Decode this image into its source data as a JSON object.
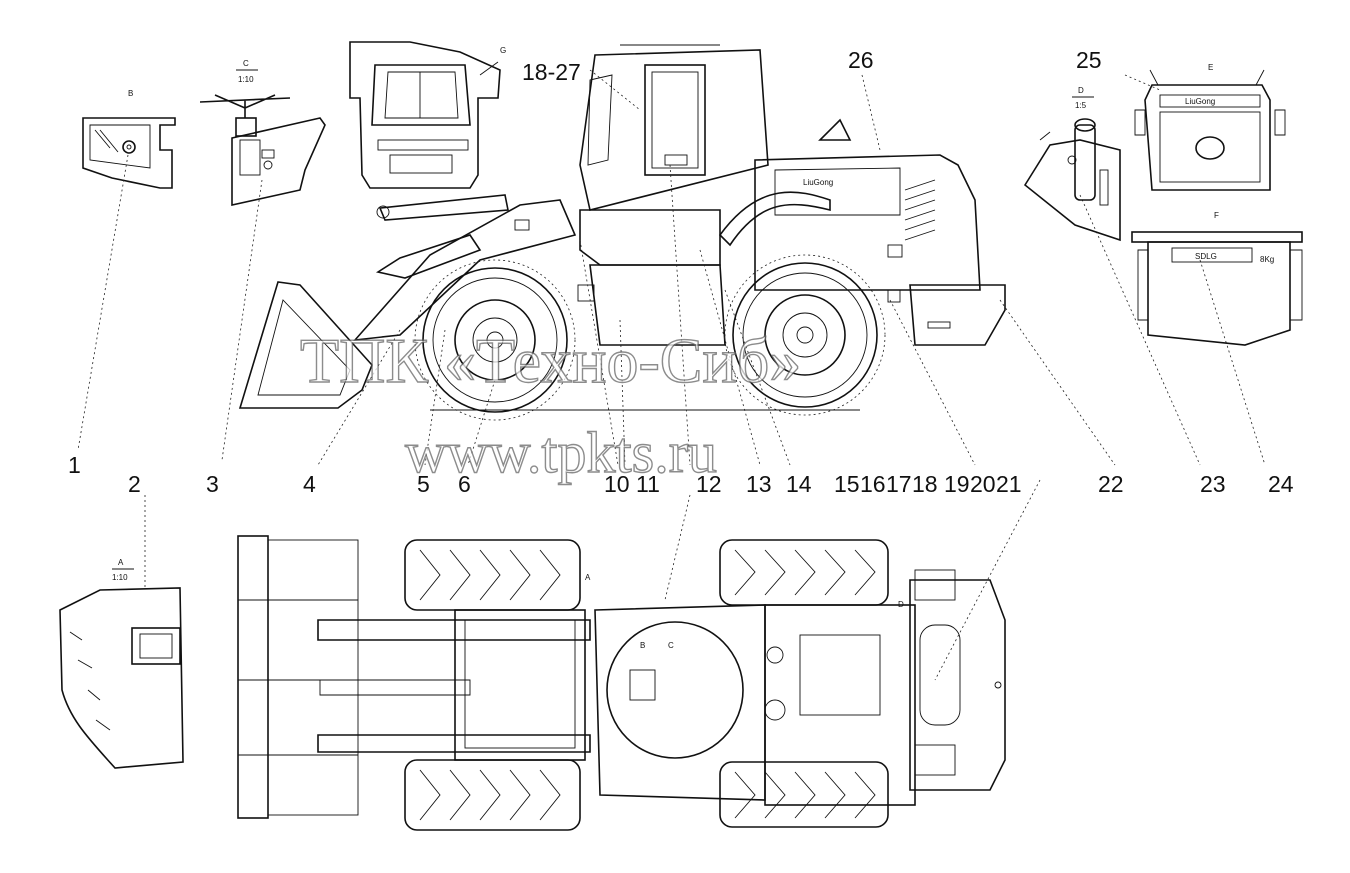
{
  "watermark": {
    "company": "ТПК «Техно-Сиб»",
    "site": "www.tpkts.ru"
  },
  "callouts": {
    "c1": "1",
    "c2": "2",
    "c3": "3",
    "c4": "4",
    "c5": "5",
    "c6": "6",
    "c10": "10",
    "c11": "11",
    "c12": "12",
    "c13": "13",
    "c14": "14",
    "c15": "15",
    "c16": "16",
    "c17": "17",
    "c18": "18",
    "c19": "19",
    "c20": "20",
    "c21": "21",
    "c22": "22",
    "c23": "23",
    "c24": "24",
    "c25": "25",
    "c26": "26",
    "c18_27": "18-27"
  },
  "view_labels": {
    "detail_b": "B",
    "detail_c": "C",
    "scale_c": "1:10",
    "detail_a": "A",
    "scale_a": "1:10",
    "detail_d": "D",
    "scale_d": "1:5",
    "view_e": "E",
    "view_f": "F",
    "detail_g": "G",
    "plan_a": "A",
    "plan_b": "B",
    "plan_c": "C",
    "plan_d": "D"
  },
  "decals": {
    "brand": "LiuGong",
    "brand_f": "SDLG",
    "weight_mark": "8Kg",
    "rear_plate": "LiuGong"
  }
}
